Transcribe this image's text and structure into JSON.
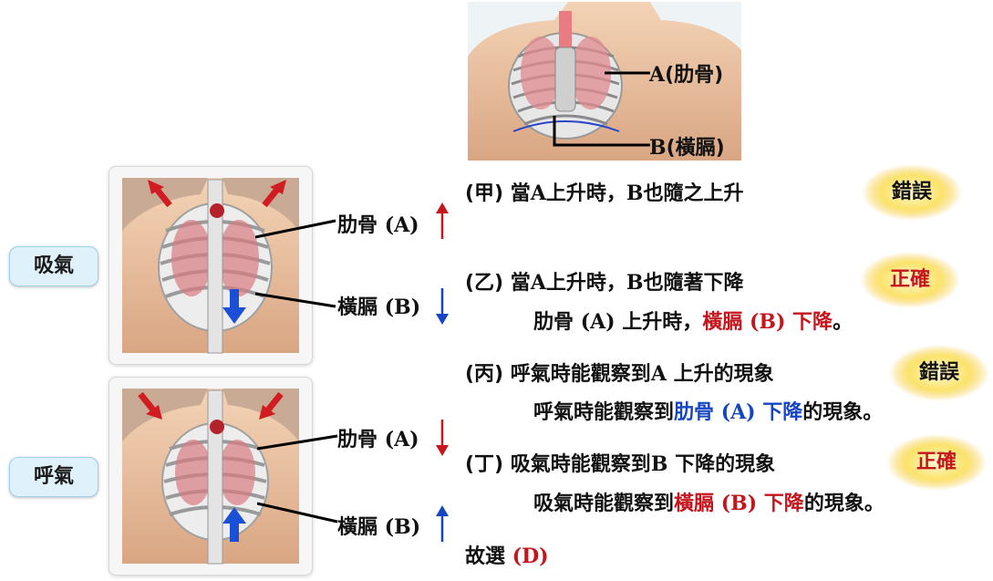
{
  "top_figure": {
    "label_a": "A",
    "label_a_name": "(肋骨)",
    "label_b": "B",
    "label_b_name": "(橫膈)"
  },
  "inhale": {
    "pill": "吸氣",
    "rib_label": "肋骨",
    "rib_letter": "(A)",
    "dia_label": "橫膈",
    "dia_letter": "(B)"
  },
  "exhale": {
    "pill": "呼氣",
    "rib_label": "肋骨",
    "rib_letter": "(A)",
    "dia_label": "橫膈",
    "dia_letter": "(B)"
  },
  "options": [
    {
      "tag": "(甲)",
      "parts": [
        "當",
        "A",
        "上升時，",
        "B",
        "也隨之上升"
      ],
      "verdict": "錯誤",
      "note": null
    },
    {
      "tag": "(乙)",
      "parts": [
        "當",
        "A",
        "上升時，",
        "B",
        "也隨著下降"
      ],
      "verdict": "正確",
      "note": {
        "a": "肋骨",
        "b": "(A)",
        "c": "上升時，",
        "d": "橫膈",
        "e": "(B)",
        "f": "下降",
        "g": "。"
      }
    },
    {
      "tag": "(丙)",
      "parts": [
        "呼氣時能觀察到",
        "A",
        "上升的現象"
      ],
      "verdict": "錯誤",
      "note": {
        "a": "呼氣時能觀察到",
        "b": "肋骨",
        "c": "(A)",
        "d": "下降",
        "e": "的現象。"
      }
    },
    {
      "tag": "(丁)",
      "parts": [
        "吸氣時能觀察到",
        "B",
        "下降的現象"
      ],
      "verdict": "正確",
      "note": {
        "a": "吸氣時能觀察到",
        "b": "橫膈",
        "c": "(B)",
        "d": "下降",
        "e": "的現象。"
      }
    }
  ],
  "answer": {
    "prefix": "故選",
    "choice": "(D)"
  },
  "colors": {
    "red": "#c4161c",
    "blue": "#1645c4",
    "pill_bg": "#dff1fb",
    "burst": "#fbe36a"
  }
}
